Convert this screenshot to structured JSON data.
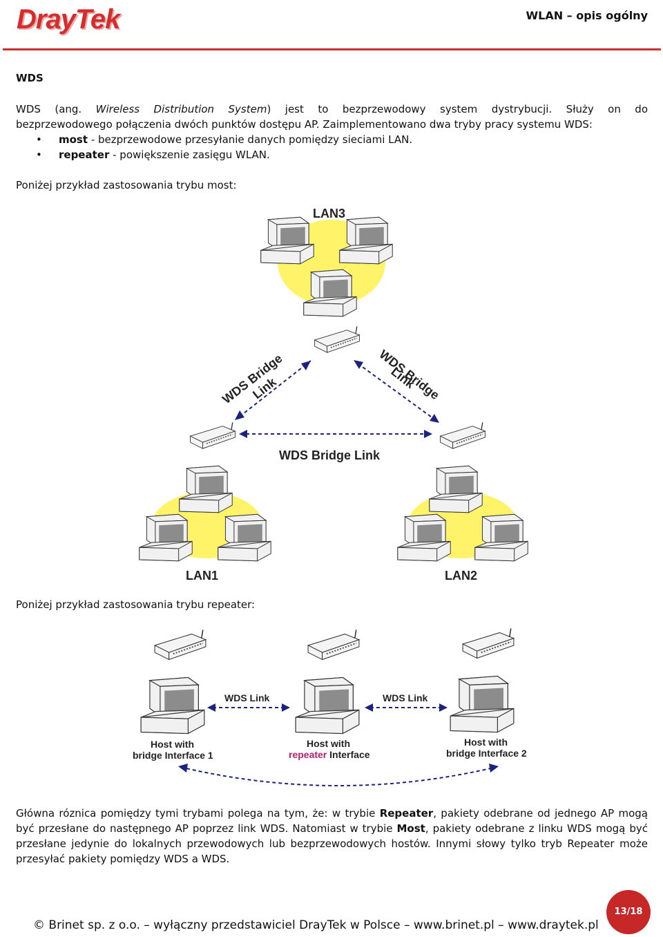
{
  "header": {
    "logo": "DrayTek",
    "title": "WLAN – opis ogólny"
  },
  "section": {
    "title": "WDS",
    "intro_line1_start": "WDS (ang. ",
    "intro_line1_italic": "Wireless Distribution System",
    "intro_line1_end": ") jest to bezprzewodowy system dystrybucji. Służy on do",
    "intro_line2": "bezprzewodowego połączenia dwóch punktów dostępu AP. Zaimplementowano dwa tryby pracy systemu WDS:",
    "bullets": [
      {
        "term": "most",
        "text": " - bezprzewodowe przesyłanie danych pomiędzy sieciami LAN."
      },
      {
        "term": "repeater",
        "text": " - powiększenie zasięgu WLAN."
      }
    ],
    "bullet_symbol": "•",
    "bridge_caption": "Poniżej przykład zastosowania trybu most:",
    "repeater_caption": "Poniżej przykład zastosowania trybu repeater:"
  },
  "bridge_diagram": {
    "lan3": "LAN3",
    "lan1": "LAN1",
    "lan2": "LAN2",
    "left_link_l1": "WDS Bridge",
    "left_link_l2": "Link",
    "right_link_l1": "WDS Bridge",
    "right_link_l2": "Link",
    "bottom_link": "WDS Bridge Link"
  },
  "repeater_diagram": {
    "link_left": "WDS Link",
    "link_right": "WDS Link",
    "host1_l1": "Host with",
    "host1_l2": "bridge Interface 1",
    "host2_l1": "Host with",
    "host2_l2_red": "repeater",
    "host2_l2_rest": " Interface",
    "host3_l1": "Host with",
    "host3_l2": "bridge Interface 2",
    "accent_color": "#b0216c"
  },
  "summary": {
    "s1": "Główna róznica pomiędzy tymi trybami polega na tym, że: w trybie ",
    "b1": "Repeater",
    "s2": ", pakiety odebrane od jednego AP mogą być przesłane do następnego AP poprzez link WDS.  Natomiast w trybie ",
    "b2": "Most",
    "s3": ", pakiety odebrane z linku WDS mogą być przesłane jedynie do lokalnych przewodowych lub bezprzewodowych hostów. Innymi słowy tylko tryb Repeater może przesyłać pakiety pomiędzy WDS a WDS."
  },
  "footer": {
    "text": "© Brinet sp. z o.o. – wyłączny przedstawiciel DrayTek w Polsce – www.brinet.pl – www.draytek.pl",
    "page": "13/18"
  }
}
